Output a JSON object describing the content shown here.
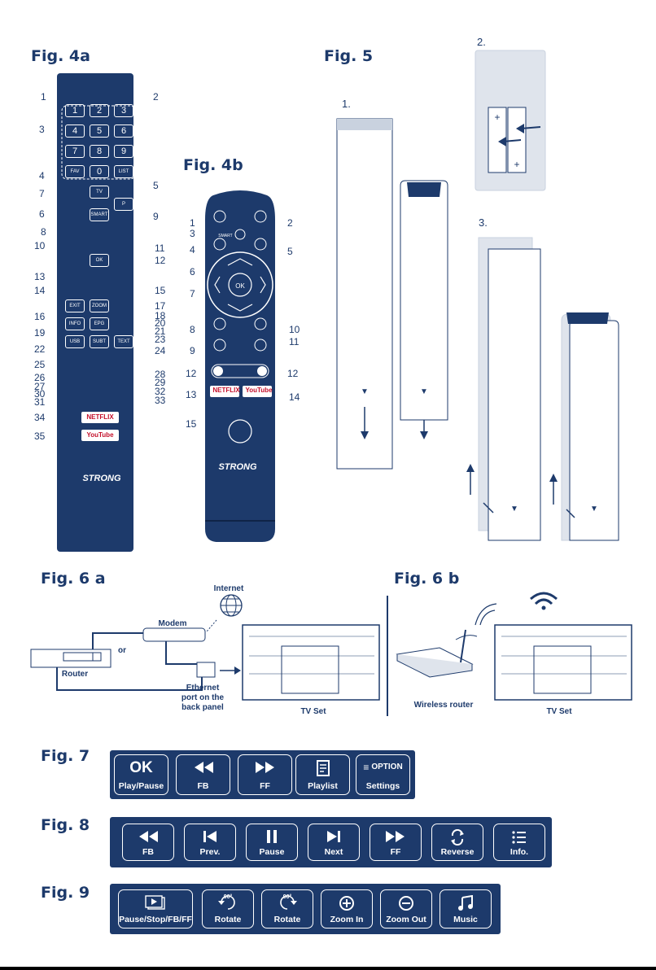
{
  "fig4a": {
    "title": "Fig. 4a",
    "numbers": [
      "1",
      "2",
      "3",
      "4",
      "5",
      "7",
      "6",
      "9",
      "8",
      "10",
      "11",
      "12",
      "13",
      "14",
      "15",
      "17",
      "16",
      "18",
      "20",
      "19",
      "21",
      "23",
      "22",
      "24",
      "25",
      "28",
      "26",
      "29",
      "27",
      "30",
      "32",
      "31",
      "33",
      "34",
      "35"
    ],
    "keys": [
      "1",
      "2",
      "3",
      "4",
      "5",
      "6",
      "7",
      "8",
      "9",
      "0"
    ],
    "fav": "FAV",
    "list": "LIST",
    "tv": "TV",
    "p": "P",
    "smart": "SMART",
    "ok": "OK",
    "exit": "EXIT",
    "zoom": "ZOOM",
    "info": "INFO",
    "epg": "EPG",
    "usb": "USB",
    "subt": "SUBT",
    "text": "TEXT",
    "netflix": "NETFLIX",
    "youtube": "YouTube",
    "brand": "STRONG"
  },
  "fig4b": {
    "title": "Fig. 4b",
    "numbers": [
      "1",
      "2",
      "3",
      "4",
      "5",
      "6",
      "7",
      "8",
      "10",
      "9",
      "11",
      "12",
      "12",
      "13",
      "14",
      "15"
    ],
    "smart": "SMART",
    "ok": "OK",
    "netflix": "NETFLIX",
    "youtube": "YouTube",
    "brand": "STRONG"
  },
  "fig5": {
    "title": "Fig. 5",
    "steps": [
      "1.",
      "2.",
      "3."
    ]
  },
  "fig6a": {
    "title": "Fig. 6 a",
    "internet": "Internet",
    "modem": "Modem",
    "or": "or",
    "router": "Router",
    "ethernet": [
      "Ethernet",
      "port on the",
      "back panel"
    ],
    "tvset": "TV Set"
  },
  "fig6b": {
    "title": "Fig. 6 b",
    "wireless_router": "Wireless router",
    "tvset": "TV Set"
  },
  "fig7": {
    "title": "Fig. 7",
    "buttons": [
      {
        "top": "OK",
        "label": "Play/Pause"
      },
      {
        "label": "FB"
      },
      {
        "label": "FF"
      },
      {
        "label": "Playlist"
      },
      {
        "top": "OPTION",
        "label": "Settings"
      }
    ]
  },
  "fig8": {
    "title": "Fig. 8",
    "buttons": [
      {
        "label": "FB"
      },
      {
        "label": "Prev."
      },
      {
        "label": "Pause"
      },
      {
        "label": "Next"
      },
      {
        "label": "FF"
      },
      {
        "label": "Reverse"
      },
      {
        "label": "Info."
      }
    ]
  },
  "fig9": {
    "title": "Fig. 9",
    "buttons": [
      {
        "label": "Pause/Stop/FB/FF"
      },
      {
        "top": "90°",
        "label": "Rotate"
      },
      {
        "top": "90°",
        "label": "Rotate"
      },
      {
        "label": "Zoom In"
      },
      {
        "label": "Zoom Out"
      },
      {
        "label": "Music"
      }
    ]
  }
}
